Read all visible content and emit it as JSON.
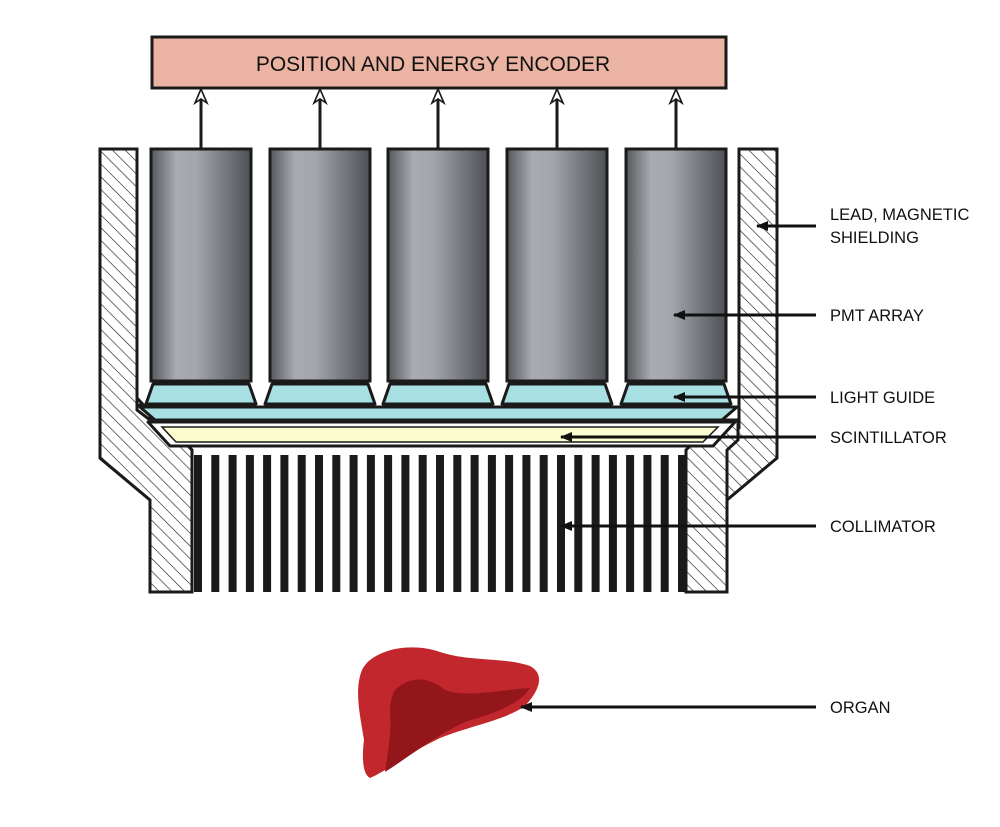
{
  "encoder": {
    "title": "POSITION AND ENERGY ENCODER"
  },
  "labels": {
    "shielding_line1": "LEAD, MAGNETIC",
    "shielding_line2": "SHIELDING",
    "pmt_array": "PMT ARRAY",
    "light_guide": "LIGHT GUIDE",
    "scintillator": "SCINTILLATOR",
    "collimator": "COLLIMATOR",
    "organ": "ORGAN"
  },
  "colors": {
    "encoder_fill": "#eab3a2",
    "pmt_light": "#a8abb0",
    "pmt_dark": "#55585d",
    "light_guide": "#a8dfe2",
    "scintillator": "#fbfbcf",
    "organ_light": "#c1272d",
    "organ_dark": "#93161b",
    "outline": "#1a1a1a"
  }
}
